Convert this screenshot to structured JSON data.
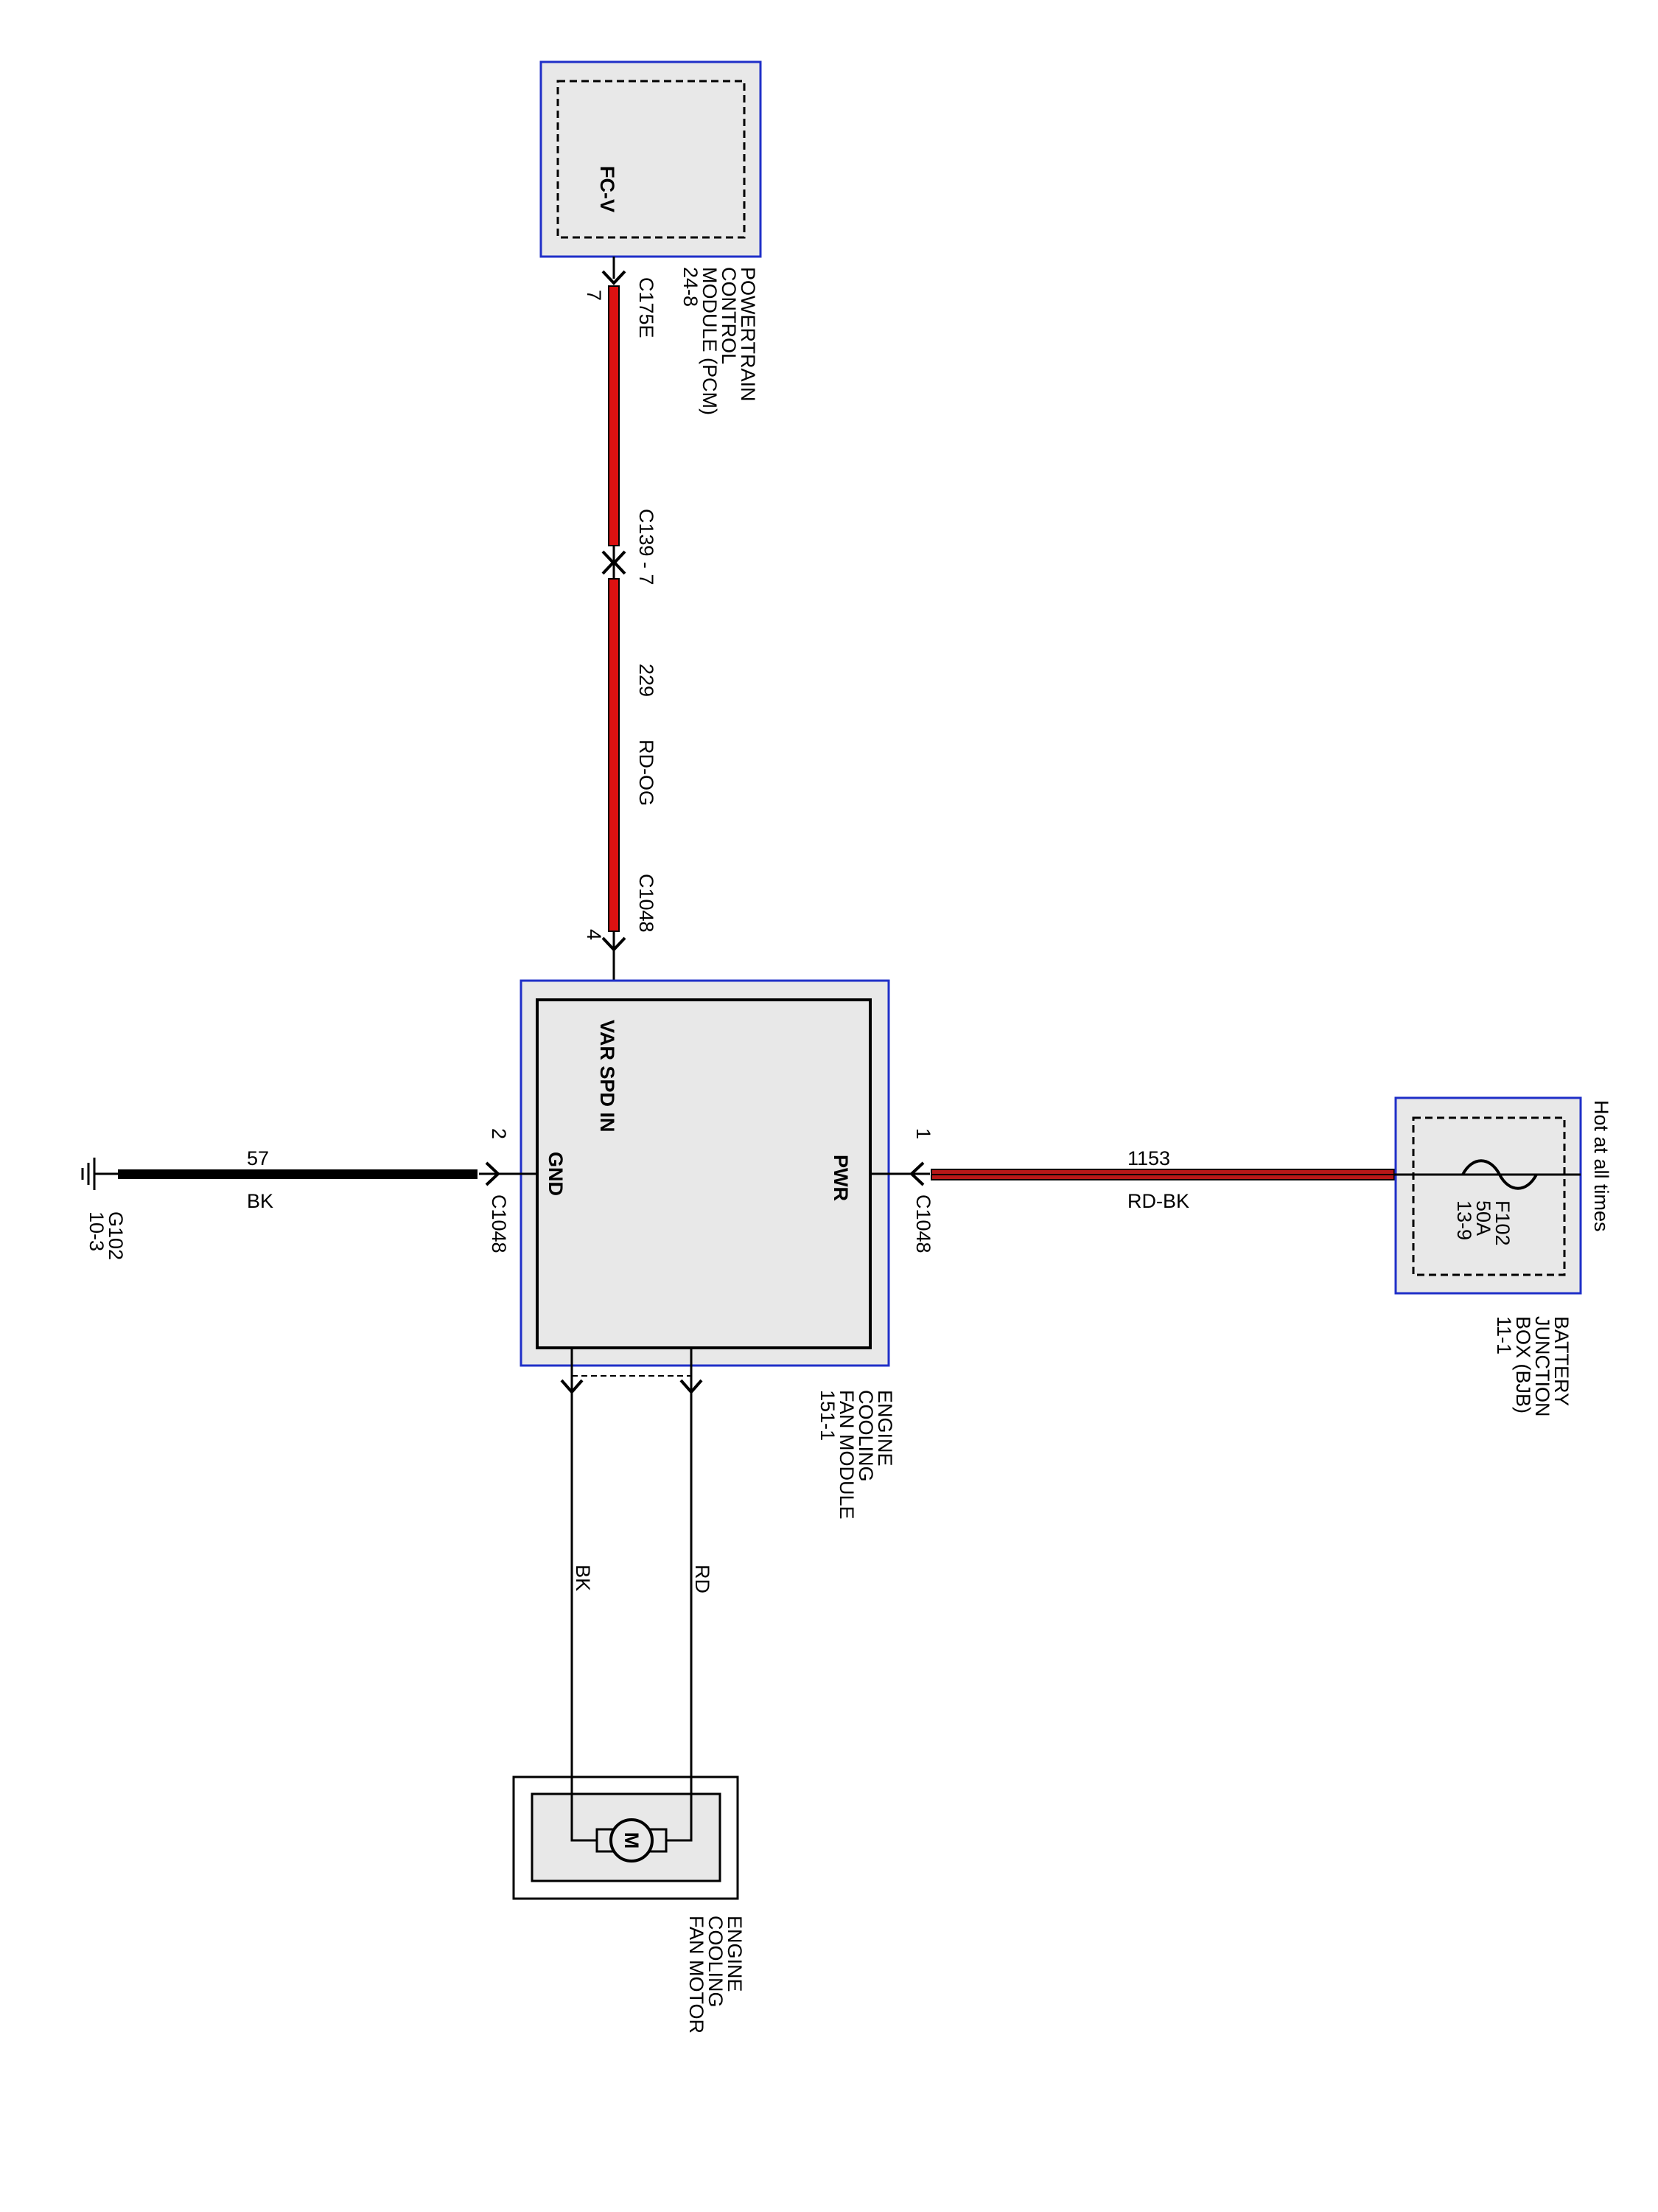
{
  "pcm": {
    "pin_label": "FC-V",
    "name_lines": [
      "POWERTRAIN",
      "CONTROL",
      "MODULE (PCM)",
      "24-8"
    ],
    "connector": "C175E",
    "pin": "7"
  },
  "inline_connector": {
    "id": "C139",
    "pin": "7",
    "label": "C139 - 7"
  },
  "wire_229": {
    "circuit": "229",
    "color": "RD-OG"
  },
  "fan_module": {
    "name_lines": [
      "ENGINE",
      "COOLING",
      "FAN MODULE",
      "151-1"
    ],
    "var_spd_label": "VAR SPD IN",
    "gnd_label": "GND",
    "pwr_label": "PWR",
    "connector": "C1048",
    "var_spd_pin": "4",
    "gnd_pin": "2",
    "pwr_pin": "1"
  },
  "ground": {
    "id": "G102",
    "ref": "10-3",
    "circuit": "57",
    "color": "BK"
  },
  "power_wire": {
    "circuit": "1153",
    "color": "RD-BK"
  },
  "bjb": {
    "name_lines": [
      "BATTERY",
      "JUNCTION",
      "BOX (BJB)",
      "11-1"
    ],
    "hot_label": "Hot at all times",
    "fuse_id": "F102",
    "fuse_rating": "50A",
    "fuse_ref": "13-9"
  },
  "motor": {
    "name_lines": [
      "ENGINE",
      "COOLING",
      "FAN MOTOR"
    ],
    "symbol": "M",
    "wire_bk": "BK",
    "wire_rd": "RD"
  },
  "colors": {
    "module_border": "#1f2fc8",
    "module_fill": "#e8e8e8",
    "wire_red": "#dd1111",
    "wire_black": "#000000",
    "wire_rd_bk": "#b81818"
  }
}
